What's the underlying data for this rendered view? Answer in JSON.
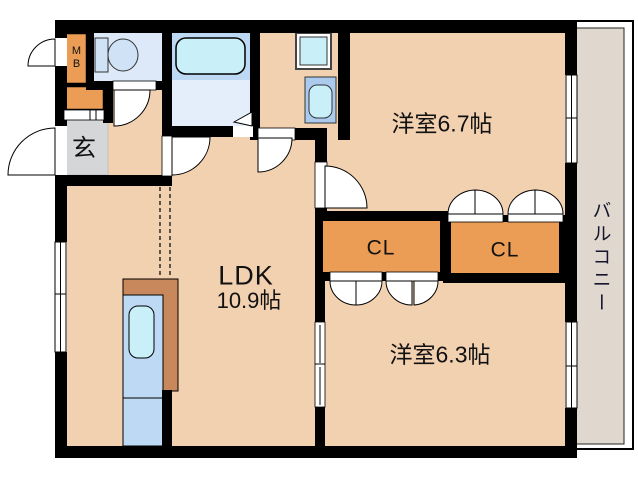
{
  "floor_plan": {
    "title": "apartment-floor-plan",
    "labels": {
      "bedroom1": "洋室6.7帖",
      "bedroom2": "洋室6.3帖",
      "ldk_name": "LDK",
      "ldk_size": "10.9帖",
      "closet_left": "CL",
      "closet_right": "CL",
      "genkan": "玄",
      "balcony": "バルコニー",
      "meter_box": "MB"
    },
    "colors": {
      "floor": "#f2d1b1",
      "closet_orange": "#eb9d56",
      "genkan_gray": "#d5d6d8",
      "balcony_gray": "#e0d8cf",
      "wall": "#000000",
      "water_aqua": "#c9eff8",
      "bath_floor": "#e4eefb",
      "bath_alcove": "#bdd8f3",
      "toilet_floor": "#dde9f9",
      "kitchen_counter_brown": "#c9885b",
      "kitchen_base_blue": "#bed9f4"
    }
  }
}
